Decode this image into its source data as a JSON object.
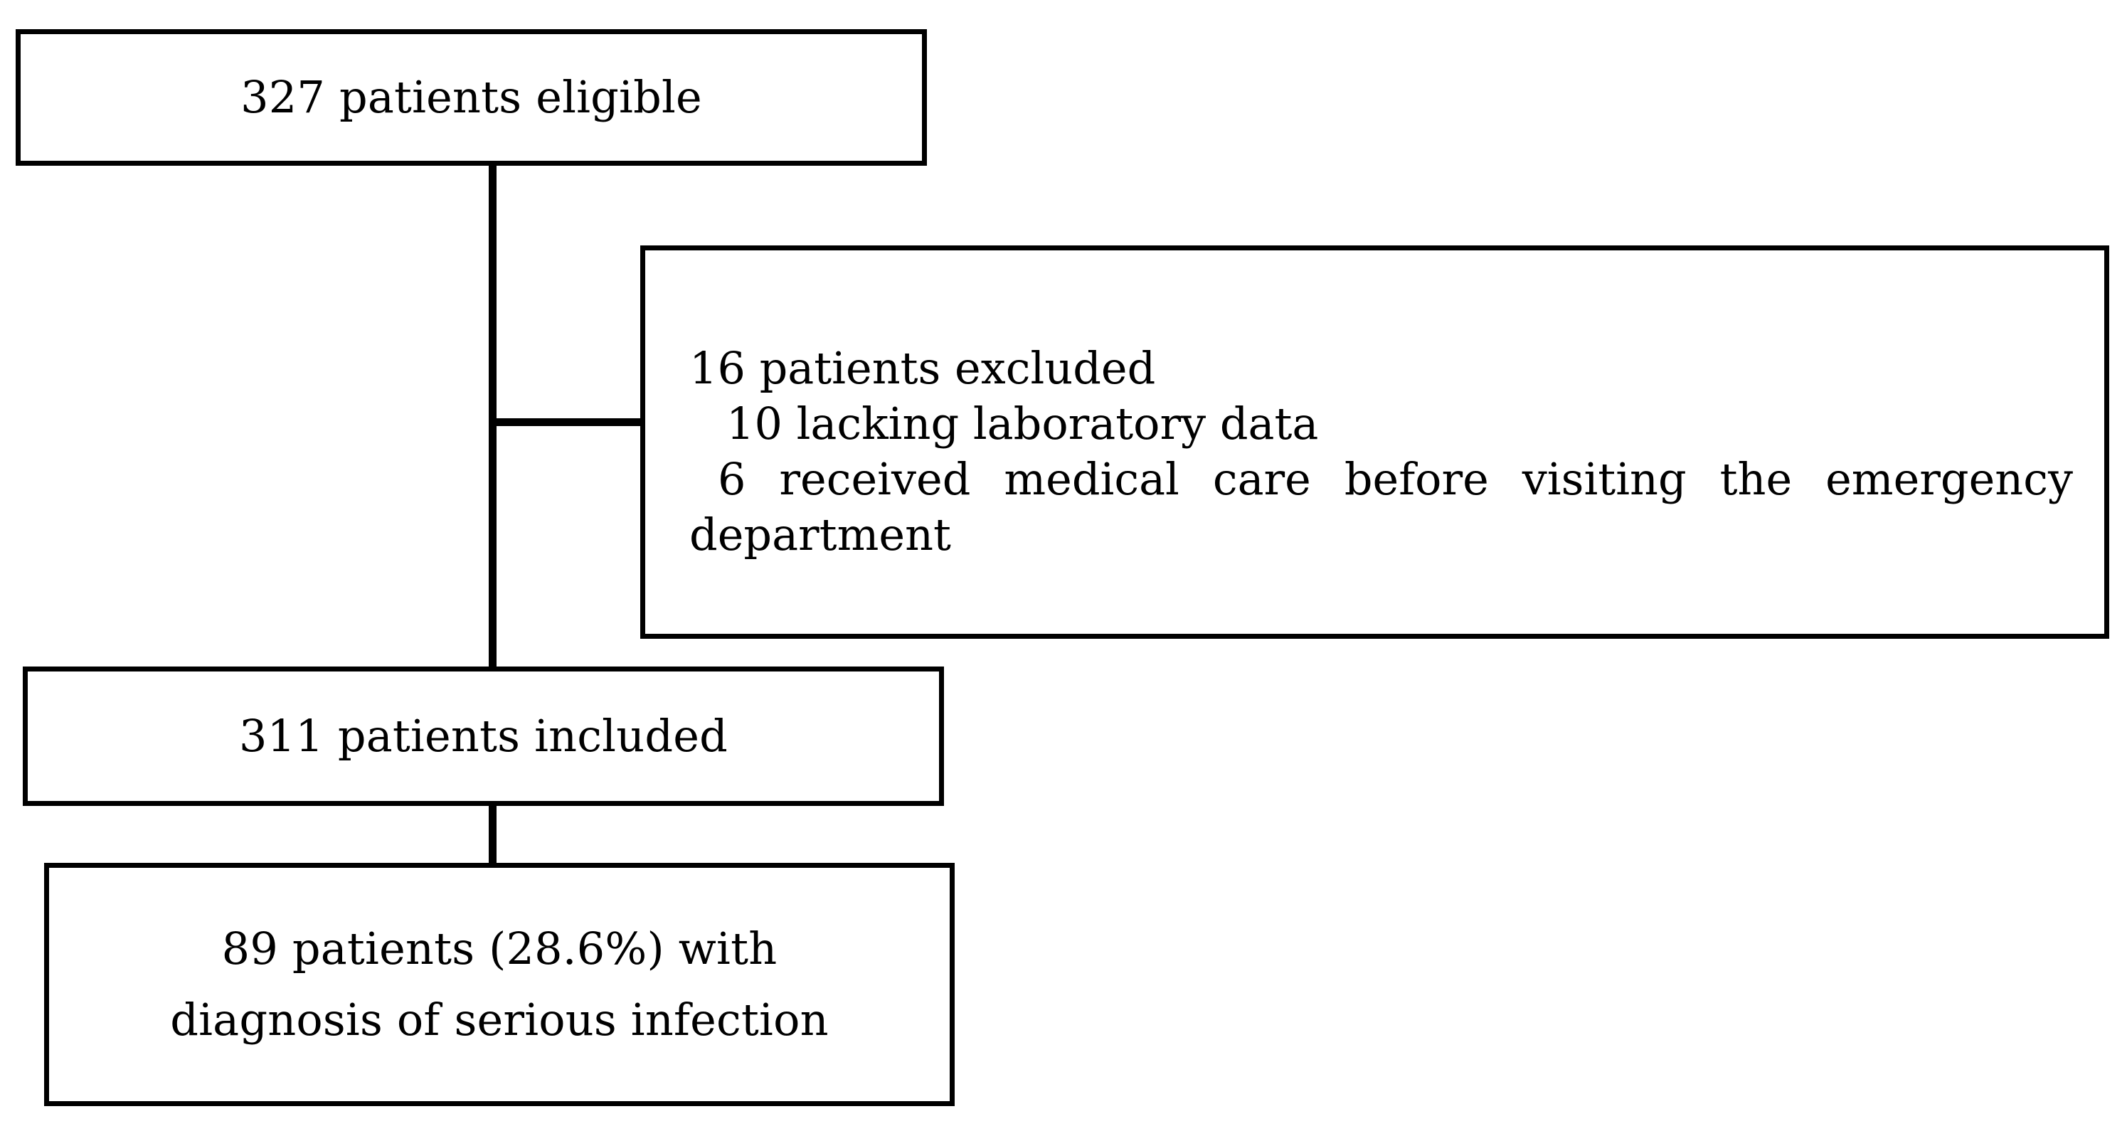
{
  "figure": {
    "type": "flowchart",
    "orientation": "vertical",
    "colors": {
      "background": "#ffffff",
      "border": "#000000",
      "text": "#000000",
      "connector": "#000000"
    }
  },
  "nodes": {
    "eligible": {
      "label": "327 patients eligible",
      "count": 327
    },
    "excluded": {
      "heading": "16 patients excluded",
      "count": 16,
      "reasons": [
        {
          "count": 10,
          "label": "10 lacking laboratory data"
        },
        {
          "count": 6,
          "label_part1": "6 received medical care before visiting the emergency",
          "label_part2": "department"
        }
      ]
    },
    "included": {
      "label": "311 patients included",
      "count": 311
    },
    "diagnosis": {
      "line1": "89 patients (28.6%) with",
      "line2": "diagnosis of serious infection",
      "count": 89,
      "percent": "28.6%"
    }
  }
}
